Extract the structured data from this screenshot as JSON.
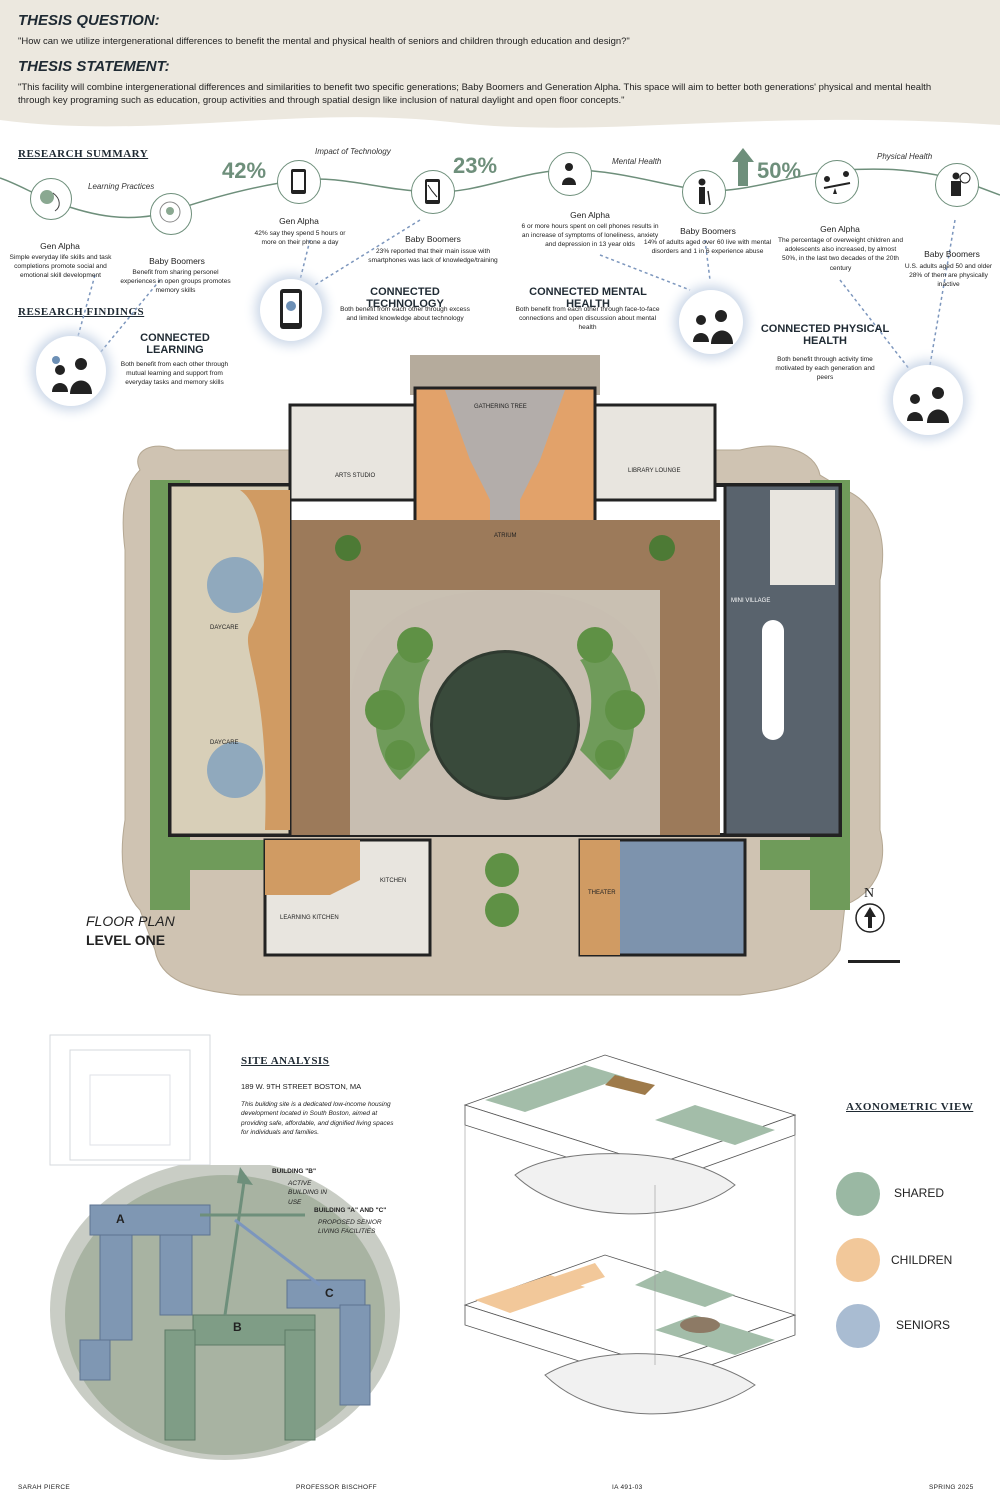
{
  "header": {
    "q_title": "THESIS QUESTION:",
    "q_text": "\"How can we utilize intergenerational differences to benefit the mental and physical health of seniors and children through education and design?\"",
    "s_title": "THESIS STATEMENT:",
    "s_text": "\"This facility will combine intergenerational differences and similarities to benefit two specific generations; Baby Boomers and Generation Alpha. This space will aim to better both generations' physical and mental health through key programing such as education, group activities and through spatial design like inclusion of natural daylight and open floor concepts.\""
  },
  "research": {
    "summary_title": "RESEARCH SUMMARY",
    "findings_title": "RESEARCH FINDINGS",
    "topics": {
      "learning": "Learning Practices",
      "technology": "Impact of Technology",
      "mental": "Mental Health",
      "physical": "Physical Health"
    },
    "stats": {
      "tech_alpha": "42%",
      "tech_boomers": "23%",
      "physical": "50%"
    },
    "nodes": {
      "learn_alpha_title": "Gen Alpha",
      "learn_alpha_text": "Simple everyday life skills and task completions promote social and emotional skill development",
      "learn_boomer_title": "Baby Boomers",
      "learn_boomer_text": "Benefit from sharing personel experiences in open groups promotes memory skills",
      "tech_alpha_title": "Gen Alpha",
      "tech_alpha_text": "42% say they spend 5 hours or more on their phone a day",
      "tech_boomer_title": "Baby Boomers",
      "tech_boomer_text": "23% reported that their main issue with smartphones was lack of knowledge/training",
      "mental_alpha_title": "Gen Alpha",
      "mental_alpha_text": "6 or more hours spent on cell phones results in an increase of symptoms of loneliness, anxiety and depression in 13 year olds",
      "mental_boomer_title": "Baby Boomers",
      "mental_boomer_text": "14% of adults aged over 60 live with mental disorders and 1 in 6 experience abuse",
      "phys_alpha_title": "Gen Alpha",
      "phys_alpha_text": "The percentage of overweight children and adolescents also increased, by almost 50%, in the last two decades of the 20th century",
      "phys_boomer_title": "Baby Boomers",
      "phys_boomer_text": "U.S. adults aged 50 and older 28% of them are physically inactive"
    },
    "findings": {
      "learning_title": "CONNECTED LEARNING",
      "learning_text": "Both benefit from each other through mutual learning and support from everyday tasks and memory skills",
      "tech_title": "CONNECTED TECHNOLOGY",
      "tech_text": "Both benefit from each other through excess and limited knowledge about technology",
      "mental_title": "CONNECTED MENTAL HEALTH",
      "mental_text": "Both benefit from each other through face-to-face connections and open discussion about mental health",
      "physical_title": "CONNECTED PHYSICAL HEALTH",
      "physical_text": "Both benefit through activity time motivated by each generation and peers"
    }
  },
  "plan": {
    "title_line1": "FLOOR PLAN",
    "title_line2": "LEVEL ONE",
    "north": "N",
    "rooms": {
      "gathering": "GATHERING TREE",
      "atrium": "ATRIUM",
      "arts": "ARTS STUDIO",
      "library": "LIBRARY LOUNGE",
      "daycare1": "DAYCARE",
      "daycare2": "DAYCARE",
      "village": "MINI VILLAGE",
      "kitchen": "KITCHEN",
      "lkitchen": "LEARNING KITCHEN",
      "theater": "THEATER"
    }
  },
  "site": {
    "title": "SITE ANALYSIS",
    "address": "189 W. 9TH STREET BOSTON, MA",
    "desc": "This building site is a dedicated low-income housing development located in South Boston, aimed at providing safe, affordable, and dignified living spaces for individuals and families.",
    "b_label": "BUILDING \"B\"",
    "b_desc": "ACTIVE BUILDING IN USE",
    "ac_label": "BUILDING \"A\" AND \"C\"",
    "ac_desc": "PROPOSED SENIOR LIVING FACILITIES",
    "blocks": {
      "a": "A",
      "b": "B",
      "c": "C"
    }
  },
  "axo": {
    "title": "AXONOMETRIC VIEW",
    "legend": [
      {
        "label": "SHARED",
        "color": "#9ab8a3"
      },
      {
        "label": "CHILDREN",
        "color": "#f2c89a"
      },
      {
        "label": "SENIORS",
        "color": "#a9bcd2"
      }
    ]
  },
  "footer": {
    "name": "SARAH PIERCE",
    "prof": "PROFESSOR BISCHOFF",
    "course": "IA 491-03",
    "term": "SPRING 2025"
  }
}
